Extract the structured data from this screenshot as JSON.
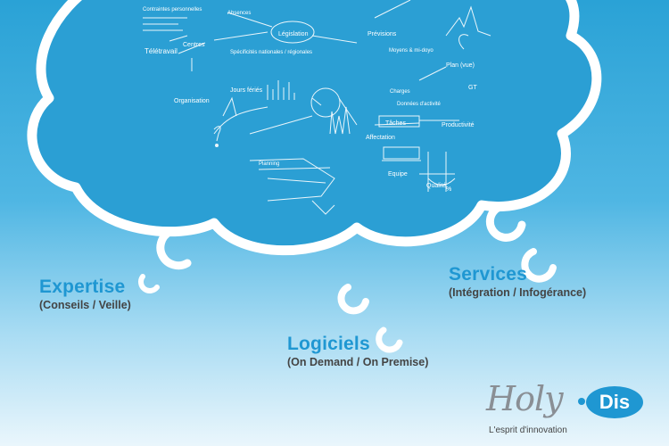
{
  "labels": {
    "expertise": {
      "title": "Expertise",
      "subtitle": "(Conseils / Veille)"
    },
    "logiciels": {
      "title": "Logiciels",
      "subtitle": "(On Demand / On Premise)"
    },
    "services": {
      "title": "Services",
      "subtitle": "(Intégration / Infogérance)"
    }
  },
  "logo": {
    "holy": "Holy",
    "dis": "Dis",
    "tagline": "L'esprit d'innovation"
  },
  "sketch": {
    "legislation": "Législation",
    "centres": "Centres",
    "teletravail": "Télétravail",
    "organisation": "Organisation",
    "jours_feries": "Jours fériés",
    "specificites": "Spécificités nationales / régionales",
    "previsions": "Prévisions",
    "plan": "Plan (vue)",
    "taches": "Tâches",
    "productivite": "Productivité",
    "affectation": "Affectation",
    "equipe": "Equipe",
    "qualite": "Qualité",
    "gt": "GT",
    "contraintes": "Contraintes personnelles",
    "absences": "Absences",
    "donnees": "Données d'activité",
    "moyens": "Moyens & mi-doyo",
    "charges": "Charges",
    "planning": "Planning",
    "pourcentage": "%"
  },
  "colors": {
    "accent": "#1f97d2",
    "cloud": "#ffffff",
    "ink": "#ffffff",
    "subtitle": "#444444"
  }
}
